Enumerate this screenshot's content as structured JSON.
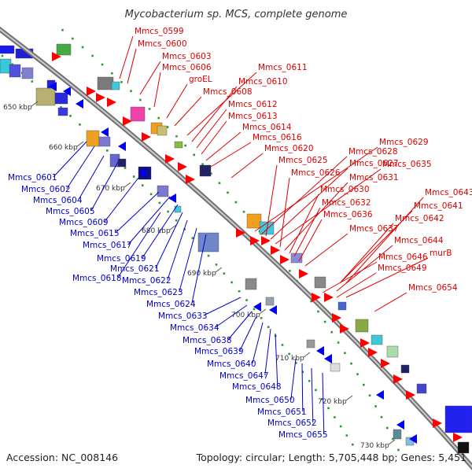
{
  "title": "Mycobacterium sp. MCS, complete genome",
  "footer": {
    "accession": "Accession: NC_008146",
    "summary": "Topology: circular; Length: 5,705,448 bp; Genes: 5,451"
  },
  "colors": {
    "forward_label": "#dd0000",
    "reverse_label": "#0000cc",
    "forward_gene": "#ff0000",
    "reverse_gene": "#0000ee",
    "backbone": "#888888"
  },
  "tick_labels": [
    "650 kbp",
    "660 kbp",
    "670 kbp",
    "680 kbp",
    "690 kbp",
    "700 kbp",
    "710 kbp",
    "720 kbp",
    "730 kbp"
  ],
  "forward_genes": [
    "Mmcs_0599",
    "Mmcs_0600",
    "Mmcs_0603",
    "Mmcs_0606",
    "groEL",
    "Mmcs_0608",
    "Mmcs_0611",
    "Mmcs_0610",
    "Mmcs_0612",
    "Mmcs_0613",
    "Mmcs_0614",
    "Mmcs_0616",
    "Mmcs_0620",
    "Mmcs_0629",
    "Mmcs_0628",
    "Mmcs_0625",
    "Mmcs_0627",
    "Mmcs_0635",
    "Mmcs_0626",
    "Mmcs_0631",
    "Mmcs_0630",
    "Mmcs_0643",
    "Mmcs_0632",
    "Mmcs_0641",
    "Mmcs_0636",
    "Mmcs_0642",
    "Mmcs_0637",
    "Mmcs_0644",
    "murB",
    "Mmcs_0646",
    "Mmcs_0649",
    "Mmcs_0654"
  ],
  "reverse_genes": [
    "Mmcs_0601",
    "Mmcs_0602",
    "Mmcs_0604",
    "Mmcs_0605",
    "Mmcs_0609",
    "Mmcs_0615",
    "Mmcs_0617",
    "Mmcs_0619",
    "Mmcs_0621",
    "Mmcs_0618",
    "Mmcs_0622",
    "Mmcs_0623",
    "Mmcs_0624",
    "Mmcs_0633",
    "Mmcs_0634",
    "Mmcs_0638",
    "Mmcs_0639",
    "Mmcs_0640",
    "Mmcs_0647",
    "Mmcs_0648",
    "Mmcs_0650",
    "Mmcs_0651",
    "Mmcs_0652",
    "Mmcs_0655"
  ]
}
